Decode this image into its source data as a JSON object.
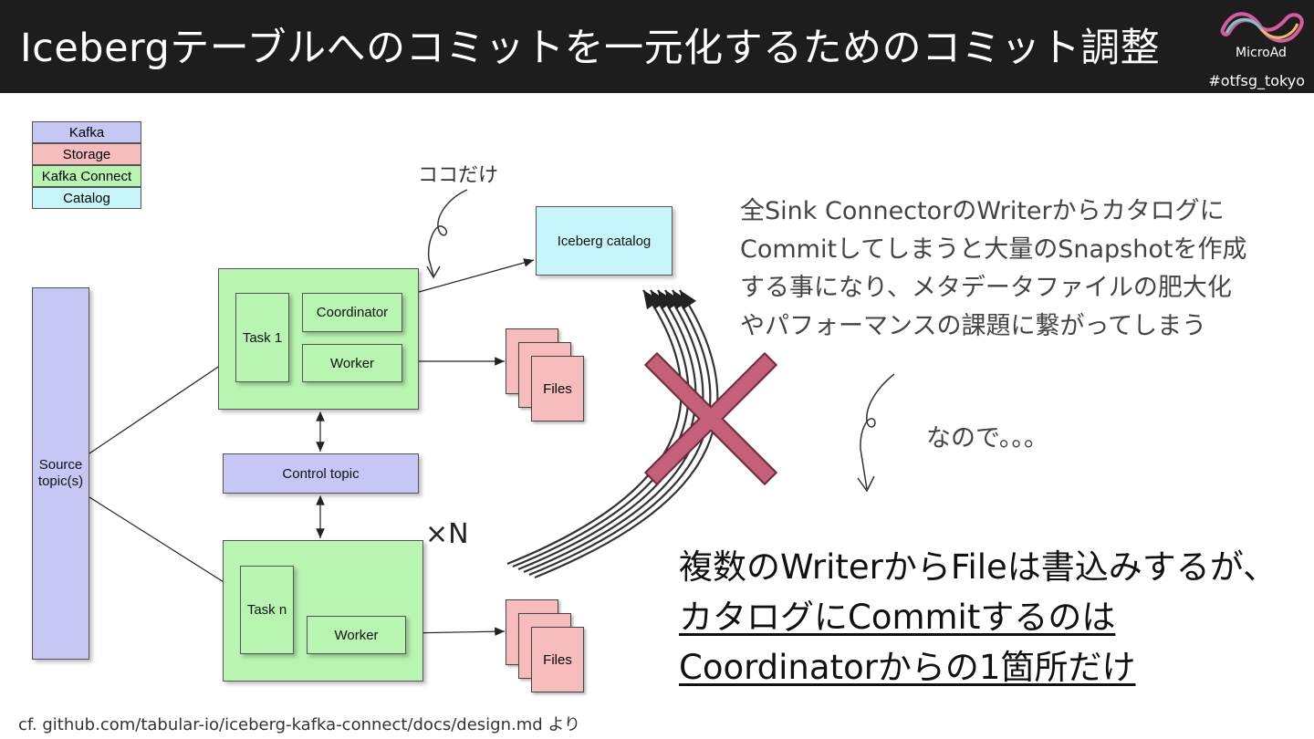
{
  "header": {
    "title": "Icebergテーブルへのコミットを一元化するためのコミット調整",
    "logo_text": "MicroAd",
    "hashtag": "#otfsg_tokyo"
  },
  "legend": [
    {
      "label": "Kafka",
      "color": "#c7c7f5"
    },
    {
      "label": "Storage",
      "color": "#f7bcbc"
    },
    {
      "label": "Kafka Connect",
      "color": "#b8f5b0"
    },
    {
      "label": "Catalog",
      "color": "#c6f5fa"
    }
  ],
  "diagram": {
    "source": "Source topic(s)",
    "task1": "Task 1",
    "coordinator": "Coordinator",
    "worker1": "Worker",
    "control_topic": "Control topic",
    "taskn": "Task n",
    "worker2": "Worker",
    "catalog": "Iceberg catalog",
    "files1": "Files",
    "files2": "Files",
    "annotation_here": "ココだけ",
    "times_n": "×N"
  },
  "explanation": {
    "lines": [
      "全Sink ConnectorのWriterからカタログに",
      "Commitしてしまうと大量のSnapshotを作成",
      "する事になり、メタデータファイルの肥大化",
      "やパフォーマンスの課題に繋がってしまう"
    ],
    "so": "なので。。。"
  },
  "conclusion": {
    "line1": "複数のWriterからFileは書込みするが、",
    "line2": "カタログにCommitするのは",
    "line3": "Coordinatorからの1箇所だけ"
  },
  "footer": "cf. github.com/tabular-io/iceberg-kafka-connect/docs/design.md より",
  "colors": {
    "kafka": "#c7c7f5",
    "storage": "#f7bcbc",
    "connect": "#b8f5b0",
    "catalog": "#c6f5fa",
    "cross": "#c4607a"
  }
}
